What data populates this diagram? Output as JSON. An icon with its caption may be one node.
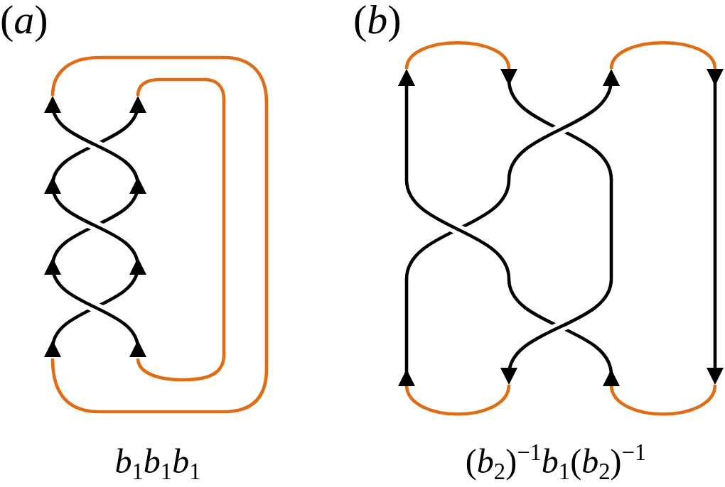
{
  "diagram": {
    "labels": [
      "(*a*)",
      "(*b*)",
      "*b*$_{1}$*b*$_{1}$*b*$_{1}$",
      "(*b*$_{2}$)$^{−1}$*b*$_{1}$(*b*$_{2}$)$^{−1}$"
    ]
  }
}
